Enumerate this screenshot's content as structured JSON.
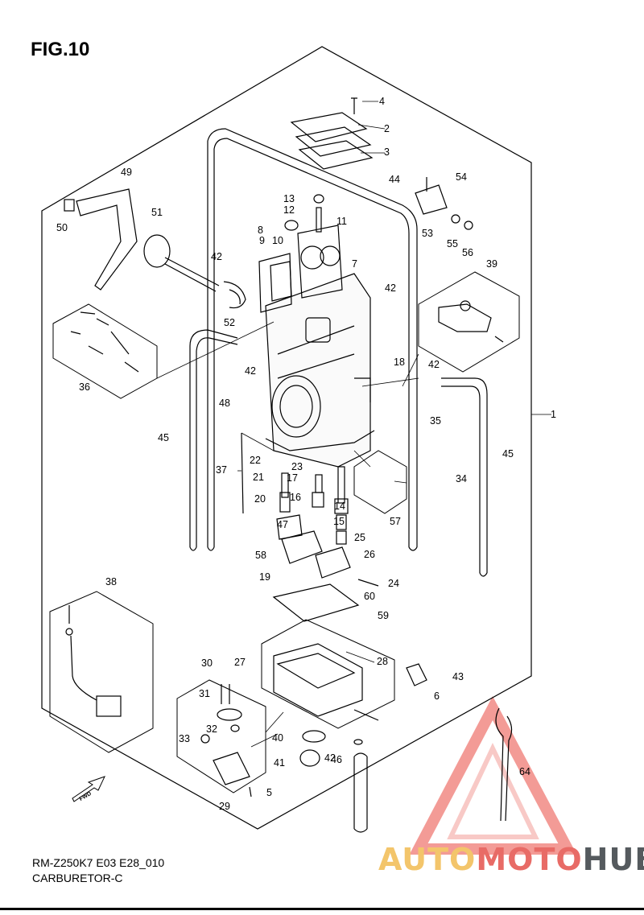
{
  "figure": {
    "title": "FIG.10"
  },
  "footer": {
    "code": "RM-Z250K7 E03 E28_010",
    "name": "CARBURETOR-C"
  },
  "watermark": {
    "part1": "AUTO",
    "part2": "MOTO",
    "part3": "HUB",
    "colors": [
      "#f3c56b",
      "#e86b66",
      "#555a5e"
    ]
  },
  "fwd_label": "FWD",
  "callouts": [
    {
      "n": "1"
    },
    {
      "n": "2"
    },
    {
      "n": "3"
    },
    {
      "n": "4"
    },
    {
      "n": "5"
    },
    {
      "n": "6"
    },
    {
      "n": "7"
    },
    {
      "n": "8"
    },
    {
      "n": "9"
    },
    {
      "n": "10"
    },
    {
      "n": "11"
    },
    {
      "n": "12"
    },
    {
      "n": "13"
    },
    {
      "n": "14"
    },
    {
      "n": "15"
    },
    {
      "n": "16"
    },
    {
      "n": "17"
    },
    {
      "n": "18"
    },
    {
      "n": "19"
    },
    {
      "n": "20"
    },
    {
      "n": "21"
    },
    {
      "n": "22"
    },
    {
      "n": "23"
    },
    {
      "n": "24"
    },
    {
      "n": "25"
    },
    {
      "n": "26"
    },
    {
      "n": "27"
    },
    {
      "n": "28"
    },
    {
      "n": "29"
    },
    {
      "n": "30"
    },
    {
      "n": "31"
    },
    {
      "n": "32"
    },
    {
      "n": "33"
    },
    {
      "n": "34"
    },
    {
      "n": "35"
    },
    {
      "n": "36"
    },
    {
      "n": "37"
    },
    {
      "n": "38"
    },
    {
      "n": "39"
    },
    {
      "n": "40"
    },
    {
      "n": "41"
    },
    {
      "n": "42"
    },
    {
      "n": "42"
    },
    {
      "n": "42"
    },
    {
      "n": "42"
    },
    {
      "n": "42"
    },
    {
      "n": "43"
    },
    {
      "n": "44"
    },
    {
      "n": "45"
    },
    {
      "n": "45"
    },
    {
      "n": "46"
    },
    {
      "n": "47"
    },
    {
      "n": "48"
    },
    {
      "n": "49"
    },
    {
      "n": "50"
    },
    {
      "n": "51"
    },
    {
      "n": "52"
    },
    {
      "n": "53"
    },
    {
      "n": "54"
    },
    {
      "n": "55"
    },
    {
      "n": "56"
    },
    {
      "n": "57"
    },
    {
      "n": "58"
    },
    {
      "n": "59"
    },
    {
      "n": "60"
    },
    {
      "n": "64"
    }
  ]
}
